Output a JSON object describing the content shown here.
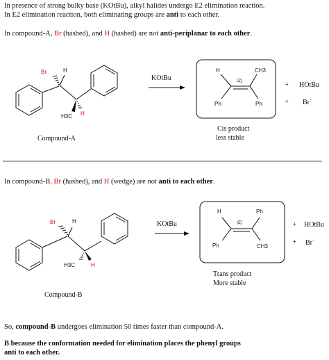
{
  "intro": {
    "line1": "In presence of strong bulky base (KOtBu), alkyl halides undergo E2 elimination reaction.",
    "line2_pre": "In E2  elimination reaction, both eliminating groups are ",
    "line2_bold": "anti",
    "line2_post": " to each other."
  },
  "section_a": {
    "pre": "In compound-A, ",
    "br": "Br",
    "mid1": " (hashed), and ",
    "h": "H",
    "mid2": " (hashed) are not ",
    "bold": "anti-periplanar to each other",
    "post": ".",
    "atoms": {
      "br": "Br",
      "h_top": "H",
      "h3c": "H3C",
      "h_red": "H"
    },
    "reagent": "KOtBu",
    "product_atoms": {
      "h": "H",
      "ch3": "CH3",
      "stereo": "(Z)",
      "ph_left": "Ph",
      "ph_right": "Ph"
    },
    "side_products": {
      "plus1": "+",
      "hotbu": "HOtBu",
      "plus2": "+",
      "br_minus": "Br"
    },
    "compound_label": "Compound-A",
    "product_caption1": "Cis product",
    "product_caption2": "less stable"
  },
  "section_b": {
    "pre": "In compound-B, ",
    "br": "Br",
    "mid1": " (hashed), and ",
    "h": "H",
    "mid2": " (wedge) are not ",
    "bold": "anti to each other",
    "post": ".",
    "atoms": {
      "br": "Br",
      "h_top": "H",
      "h3c": "H3C",
      "h_red": "H"
    },
    "reagent": "KOtBu",
    "product_atoms": {
      "h": "H",
      "ph_top": "Ph",
      "stereo": "(E)",
      "ph_left": "Ph",
      "ch3": "CH3"
    },
    "side_products": {
      "plus1": "+",
      "hotbu": "HOtBu",
      "plus2": "+",
      "br_minus": "Br"
    },
    "compound_label": "Compound-B",
    "product_caption1": "Trans product",
    "product_caption2": "More stable"
  },
  "conclusion": {
    "pre": "So, ",
    "bold": "compound-B",
    "post": " undergoes elimination 50 times faster than compound-A."
  },
  "answer": {
    "line1": "B because the conformation needed for elimination places the phenyl groups",
    "line2": "anti to each other."
  },
  "colors": {
    "halogen_red": "#e00000",
    "text": "#111111"
  }
}
